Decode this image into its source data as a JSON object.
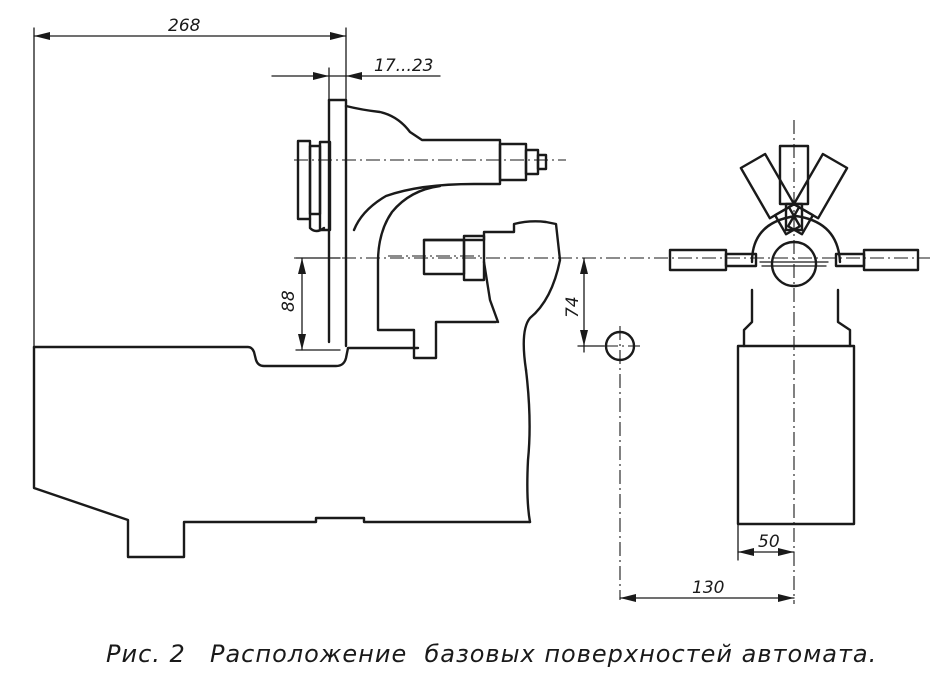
{
  "dimensions": {
    "d268": "268",
    "d17_23": "17...23",
    "d88": "88",
    "d74": "74",
    "d50": "50",
    "d130": "130"
  },
  "caption": {
    "figure": "Рис. 2",
    "text": "Расположение  базовых поверхностей автомата."
  }
}
